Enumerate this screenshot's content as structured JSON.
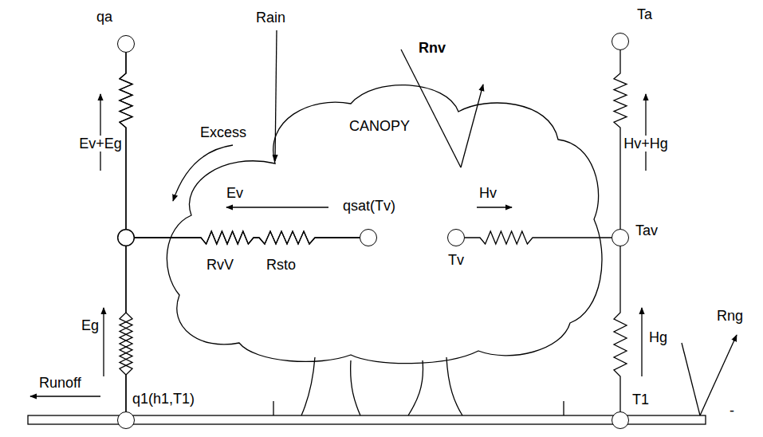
{
  "diagram": {
    "nodes": [
      {
        "text": [
          "qa"
        ]
      },
      {
        "text": [
          "Ta"
        ]
      },
      {
        "text": [
          "CANOPY"
        ]
      },
      {
        "text": [
          "qsat(Tv)"
        ],
        "in": 2
      },
      {
        "text": [
          "Tv"
        ],
        "in": 2
      },
      {
        "text": [
          "Tav"
        ]
      },
      {
        "text": [
          "q1(h1,T1)"
        ]
      },
      {
        "text": [
          "T1"
        ]
      }
    ],
    "edges": [
      {
        "from": 0,
        "to": 6,
        "arrow": "none"
      },
      {
        "from": 0,
        "to": 3,
        "arrow": "none"
      },
      {
        "from": 6,
        "to": 3,
        "arrow": "none"
      },
      {
        "from": 1,
        "to": 5,
        "arrow": "none"
      },
      {
        "from": 5,
        "to": 7,
        "arrow": "none"
      },
      {
        "from": 4,
        "to": 5,
        "arrow": "none"
      }
    ],
    "labels": [
      "Rain",
      "Rnv",
      "Excess",
      "Ev+Eg",
      "Ev",
      "Eg",
      "Hv",
      "Hv+Hg",
      "Hg",
      "RvV",
      "Rsto",
      "Runoff",
      "Rng",
      "-"
    ]
  }
}
